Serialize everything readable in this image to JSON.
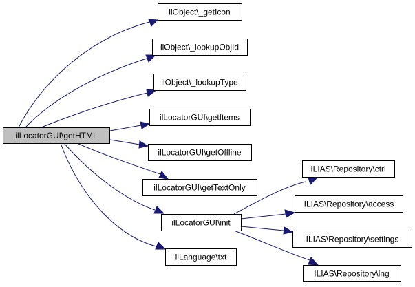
{
  "diagram": {
    "type": "call-graph",
    "colors": {
      "edge": "#191970",
      "root_fill": "#bfbfbf",
      "node_fill": "#ffffff",
      "node_border": "#000000"
    },
    "nodes": [
      {
        "id": "getHTML",
        "label": "ilLocatorGUI\\getHTML",
        "root": true
      },
      {
        "id": "getIcon",
        "label": "ilObject\\_getIcon"
      },
      {
        "id": "lookupObjId",
        "label": "ilObject\\_lookupObjId"
      },
      {
        "id": "lookupType",
        "label": "ilObject\\_lookupType"
      },
      {
        "id": "getItems",
        "label": "ilLocatorGUI\\getItems"
      },
      {
        "id": "getOffline",
        "label": "ilLocatorGUI\\getOffline"
      },
      {
        "id": "getTextOnly",
        "label": "ilLocatorGUI\\getTextOnly"
      },
      {
        "id": "init",
        "label": "ilLocatorGUI\\init"
      },
      {
        "id": "txt",
        "label": "ilLanguage\\txt"
      },
      {
        "id": "ctrl",
        "label": "ILIAS\\Repository\\ctrl"
      },
      {
        "id": "access",
        "label": "ILIAS\\Repository\\access"
      },
      {
        "id": "settings",
        "label": "ILIAS\\Repository\\settings"
      },
      {
        "id": "lng",
        "label": "ILIAS\\Repository\\lng"
      }
    ],
    "edges": [
      {
        "from": "getHTML",
        "to": "getIcon"
      },
      {
        "from": "getHTML",
        "to": "lookupObjId"
      },
      {
        "from": "getHTML",
        "to": "lookupType"
      },
      {
        "from": "getHTML",
        "to": "getItems"
      },
      {
        "from": "getHTML",
        "to": "getOffline"
      },
      {
        "from": "getHTML",
        "to": "getTextOnly"
      },
      {
        "from": "getHTML",
        "to": "init"
      },
      {
        "from": "getHTML",
        "to": "txt"
      },
      {
        "from": "init",
        "to": "ctrl"
      },
      {
        "from": "init",
        "to": "access"
      },
      {
        "from": "init",
        "to": "settings"
      },
      {
        "from": "init",
        "to": "lng"
      }
    ]
  }
}
